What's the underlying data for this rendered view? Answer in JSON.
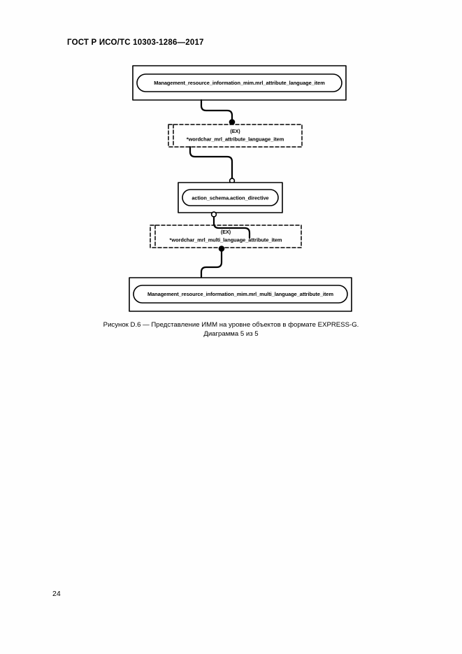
{
  "document": {
    "header": "ГОСТ Р ИСО/ТС 10303-1286—2017",
    "page_number": "24"
  },
  "figure": {
    "caption_line_1": "Рисунок D.6 — Представление ИММ на уровне объектов в формате EXPRESS-G.",
    "caption_line_2": "Диаграмма 5 из 5",
    "ex_tag": "(EX)",
    "nodes": [
      {
        "id": "node-1",
        "type": "schema-box",
        "label": "Management_resource_information_mim.mrl_attribute_language_item"
      },
      {
        "id": "node-2",
        "type": "dashed-interface-box",
        "tag": "(EX)",
        "label": "*wordchar_mrl_attribute_language_item"
      },
      {
        "id": "node-3",
        "type": "schema-box",
        "label": "action_schema.action_directive"
      },
      {
        "id": "node-4",
        "type": "dashed-interface-box",
        "tag": "(EX)",
        "label": "*wordchar_mrl_multi_language_attribute_item"
      },
      {
        "id": "node-5",
        "type": "schema-box",
        "label": "Management_resource_information_mim.mrl_multi_language_attribute_item"
      }
    ],
    "connectors": [
      {
        "id": "connector-1-2",
        "from": "node-1",
        "to": "node-2",
        "endpoint": "filled-circle"
      },
      {
        "id": "connector-2-3",
        "from": "node-2",
        "to": "node-3",
        "endpoint": "open-circle"
      },
      {
        "id": "connector-3-4",
        "from": "node-3",
        "to": "node-4",
        "endpoint": "open-circle"
      },
      {
        "id": "connector-4-5",
        "from": "node-4",
        "to": "node-5",
        "endpoint": "filled-circle"
      }
    ]
  },
  "colors": {
    "ink": "#000000",
    "paper": "#ffffff"
  }
}
